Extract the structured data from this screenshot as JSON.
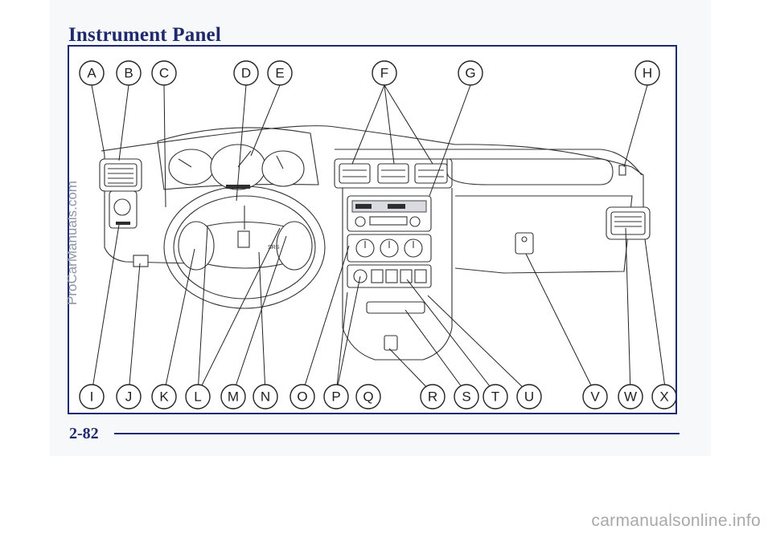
{
  "page": {
    "title": "Instrument Panel",
    "page_number": "2-82"
  },
  "watermarks": {
    "side": "ProCarManuals.com",
    "footer": "carmanualsonline.info"
  },
  "figure": {
    "speedo_label": "SRS",
    "top_callouts": [
      "A",
      "B",
      "C",
      "D",
      "E",
      "F",
      "G",
      "H"
    ],
    "bottom_callouts": [
      "I",
      "J",
      "K",
      "L",
      "M",
      "N",
      "O",
      "P",
      "Q",
      "R",
      "S",
      "T",
      "U",
      "V",
      "W",
      "X"
    ]
  },
  "colors": {
    "title": "#1f2a6e",
    "line_art": "#222222",
    "frame": "#1f2a6e"
  }
}
